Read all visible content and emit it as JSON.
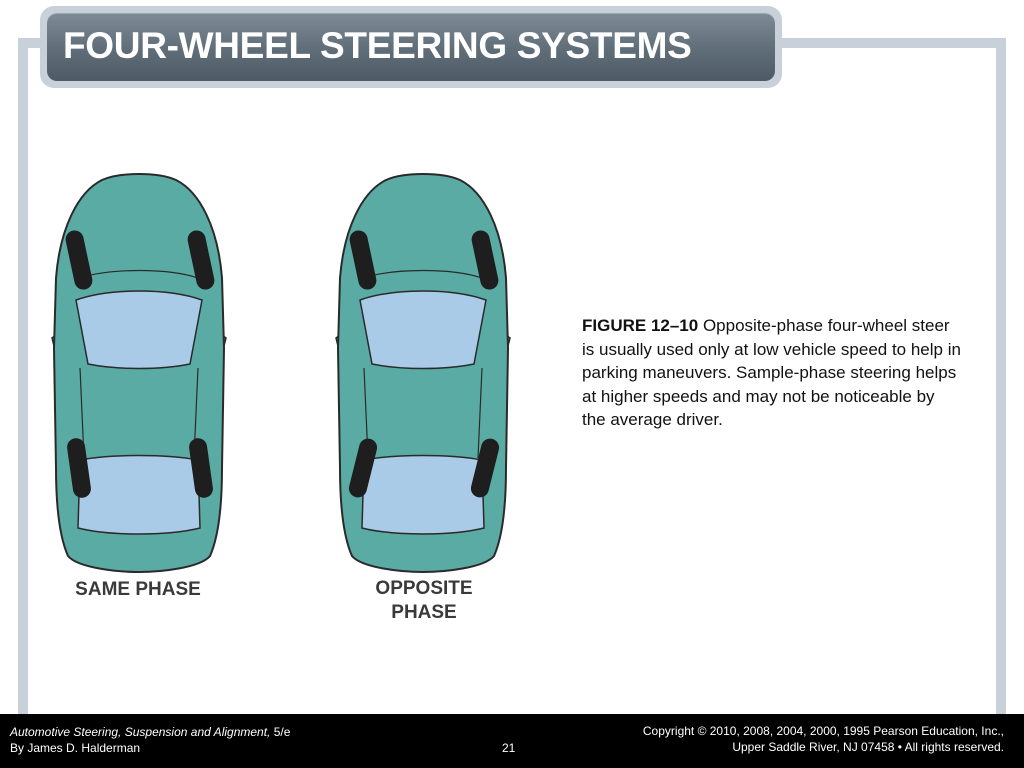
{
  "slide": {
    "title": "FOUR-WHEEL STEERING SYSTEMS"
  },
  "figure": {
    "left_label": "SAME PHASE",
    "right_label_line1": "OPPOSITE",
    "right_label_line2": "PHASE",
    "colors": {
      "body": "#5aaba4",
      "glass": "#a9cbe8",
      "tire": "#1e1e1e",
      "outline": "#2a2a2a"
    }
  },
  "caption": {
    "figure_number": "FIGURE 12–10",
    "text": " Opposite-phase four-wheel steer is usually used only at low vehicle speed to help in parking maneuvers. Sample-phase steering helps at higher speeds and may not be noticeable by the average driver."
  },
  "footer": {
    "book_title": "Automotive Steering, Suspension and Alignment,",
    "edition": " 5/e",
    "author": "By James D. Halderman",
    "page_number": "21",
    "copyright_line1": "Copyright © 2010, 2008, 2004, 2000, 1995 Pearson Education, Inc.,",
    "copyright_line2": "Upper Saddle River, NJ 07458 • All rights reserved."
  }
}
